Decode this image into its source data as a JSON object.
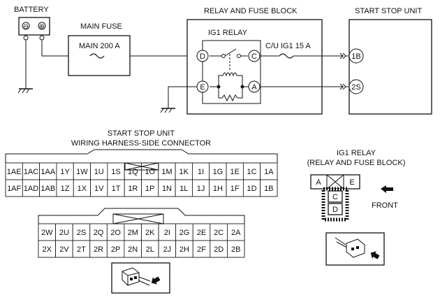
{
  "battery": {
    "label": "BATTERY",
    "minus": "⊖",
    "plus": "⊕"
  },
  "main_fuse": {
    "label": "MAIN FUSE",
    "rating": "MAIN 200 A"
  },
  "relay_block": {
    "label": "RELAY AND FUSE BLOCK",
    "relay_label": "IG1 RELAY",
    "fuse_label": "C/U IG1 15 A"
  },
  "start_stop_unit": {
    "label": "START STOP UNIT",
    "pin_1b": "1B",
    "pin_2s": "2S"
  },
  "relay_pins": {
    "d": "D",
    "c": "C",
    "e": "E",
    "a": "A"
  },
  "connector": {
    "title_line1": "START STOP UNIT",
    "title_line2": "WIRING HARNESS-SIDE CONNECTOR",
    "block1": {
      "row1": [
        "1AE",
        "1AC",
        "1AA",
        "1Y",
        "1W",
        "1U",
        "1S",
        "1Q",
        "1O",
        "1M",
        "1K",
        "1I",
        "1G",
        "1E",
        "1C",
        "1A"
      ],
      "row2": [
        "1AF",
        "1AD",
        "1AB",
        "1Z",
        "1X",
        "1V",
        "1T",
        "1R",
        "1P",
        "1N",
        "1L",
        "1J",
        "1H",
        "1F",
        "1D",
        "1B"
      ]
    },
    "block2": {
      "row1": [
        "2W",
        "2U",
        "2S",
        "2Q",
        "2O",
        "2M",
        "2K",
        "2I",
        "2G",
        "2E",
        "2C",
        "2A"
      ],
      "row2": [
        "2X",
        "2V",
        "2T",
        "2R",
        "2P",
        "2N",
        "2L",
        "2J",
        "2H",
        "2F",
        "2D",
        "2B"
      ]
    }
  },
  "relay_view": {
    "title_line1": "IG1 RELAY",
    "title_line2": "(RELAY AND FUSE BLOCK)",
    "pin_a": "A",
    "pin_e": "E",
    "pin_c": "C",
    "pin_d": "D",
    "front_label": "FRONT"
  }
}
